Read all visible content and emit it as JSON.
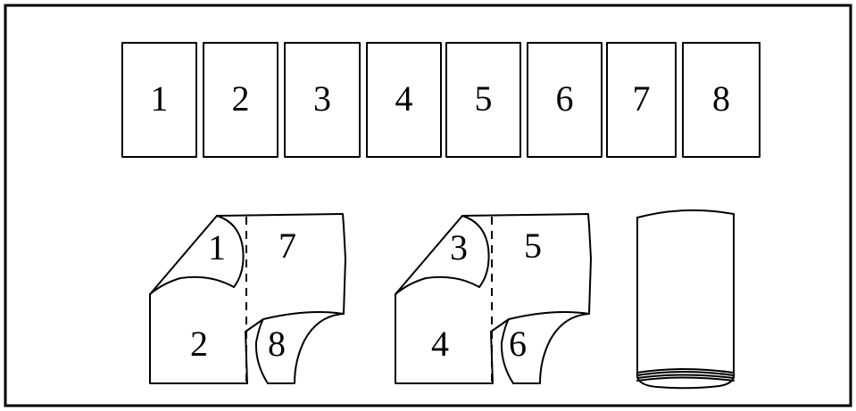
{
  "pages": [
    "1",
    "2",
    "3",
    "4",
    "5",
    "6",
    "7",
    "8"
  ],
  "folded_sheets": [
    {
      "top_left_flap": "1",
      "top_right": "7",
      "bottom_left": "2",
      "bottom_right_flap": "8"
    },
    {
      "top_left_flap": "3",
      "top_right": "5",
      "bottom_left": "4",
      "bottom_right_flap": "6"
    }
  ]
}
